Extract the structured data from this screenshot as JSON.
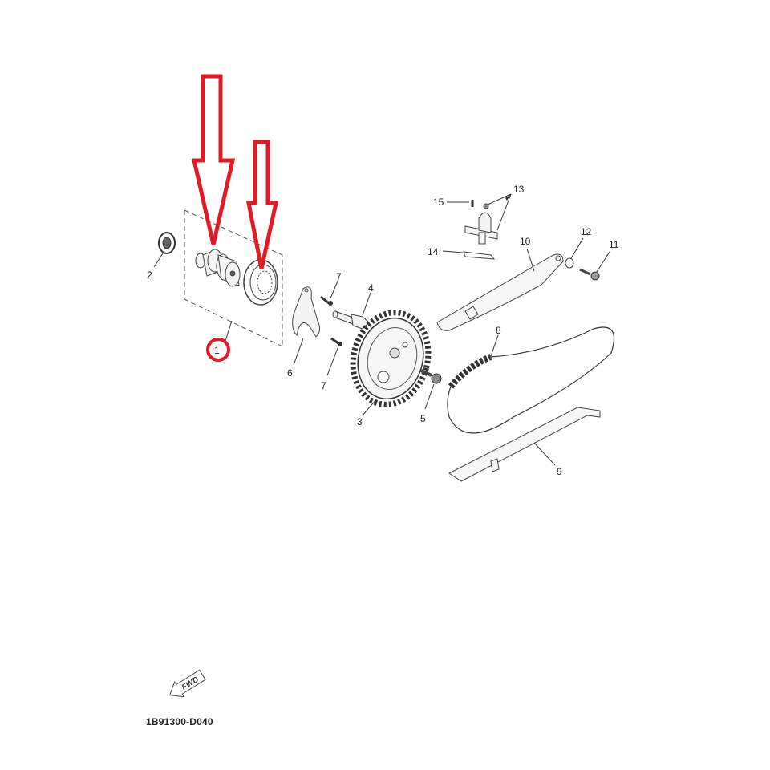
{
  "diagram": {
    "drawing_code": "1B91300-D040",
    "fwd_label": "FWD",
    "highlight_color": "#e01b24",
    "line_color": "#333333",
    "callouts": [
      {
        "num": "1",
        "part": "camshaft-assembly",
        "highlighted": true
      },
      {
        "num": "2",
        "part": "oil-seal"
      },
      {
        "num": "3",
        "part": "camshaft-sprocket"
      },
      {
        "num": "4",
        "part": "decompression-lever-pin"
      },
      {
        "num": "5",
        "part": "sprocket-bolt"
      },
      {
        "num": "6",
        "part": "retainer-plate"
      },
      {
        "num": "7",
        "part": "bolt"
      },
      {
        "num": "7b",
        "part": "bolt"
      },
      {
        "num": "8",
        "part": "cam-chain"
      },
      {
        "num": "9",
        "part": "chain-guide-exhaust"
      },
      {
        "num": "10",
        "part": "chain-guide-intake"
      },
      {
        "num": "11",
        "part": "guide-bolt"
      },
      {
        "num": "12",
        "part": "o-ring"
      },
      {
        "num": "13",
        "part": "chain-tensioner"
      },
      {
        "num": "14",
        "part": "tensioner-gasket"
      },
      {
        "num": "15",
        "part": "tensioner-bolt"
      }
    ],
    "labels": {
      "c1": "1",
      "c2": "2",
      "c3": "3",
      "c4": "4",
      "c5": "5",
      "c6": "6",
      "c7a": "7",
      "c7b": "7",
      "c8": "8",
      "c9": "9",
      "c10": "10",
      "c11": "11",
      "c12": "12",
      "c13": "13",
      "c14": "14",
      "c15": "15"
    },
    "annotations": [
      {
        "type": "arrow",
        "target": "camshaft",
        "color": "#e01b24"
      },
      {
        "type": "arrow",
        "target": "bearing",
        "color": "#e01b24"
      },
      {
        "type": "circle",
        "target": "callout-1",
        "color": "#e01b24"
      }
    ]
  }
}
